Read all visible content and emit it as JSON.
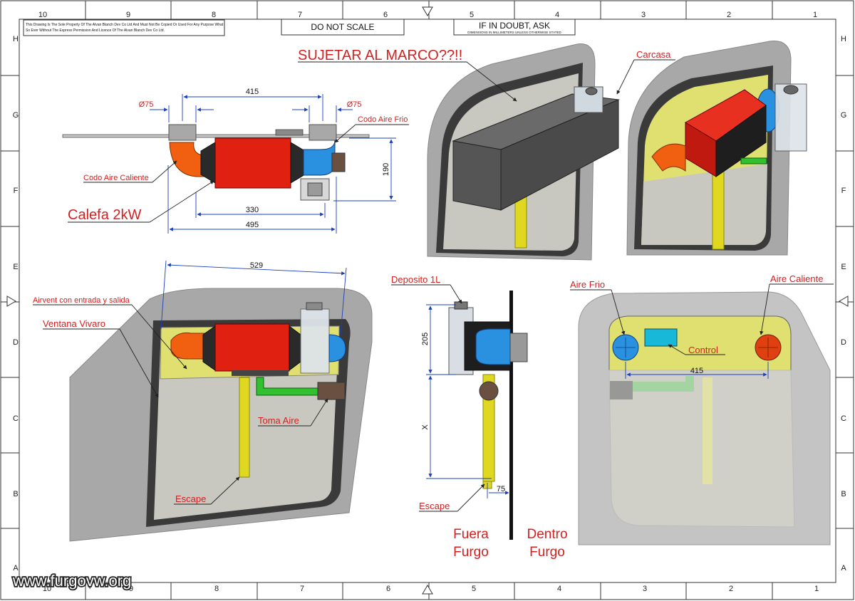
{
  "title_block": {
    "notice_line1": "This Drawing Is The Sole Property Of The Alvan Blanch Dev Co Ltd And Must Not Be Copied Or Used For Any Purpose What",
    "notice_line2": "So Ever Without The Express Permission And Licence Of The Alvan Blanch Dev Co Ltd.",
    "do_not_scale": "DO NOT SCALE",
    "if_in_doubt": "IF IN DOUBT, ASK",
    "dimensions_note": "DIMENSIONS IN MILLIMETERS UNLESS OTHERWISE STATED"
  },
  "border": {
    "columns": [
      "10",
      "9",
      "8",
      "7",
      "6",
      "5",
      "4",
      "3",
      "2",
      "1"
    ],
    "rows": [
      "H",
      "G",
      "F",
      "E",
      "D",
      "C",
      "B",
      "A"
    ]
  },
  "view_top": {
    "dim_415": "415",
    "dim_d75_left": "Ø75",
    "dim_d75_right": "Ø75",
    "dim_190": "190",
    "dim_330": "330",
    "dim_495": "495",
    "label_cold": "Codo Aire Frio",
    "label_hot": "Codo Aire Caliente",
    "label_heater": "Calefa 2kW"
  },
  "view_iso": {
    "label_sujetar": "SUJETAR AL MARCO??!!",
    "label_carcasa": "Carcasa"
  },
  "view_front": {
    "dim_529": "529",
    "label_airvent": "Airvent con entrada y salida",
    "label_window": "Ventana Vivaro",
    "label_intake": "Toma Aire",
    "label_exhaust": "Escape"
  },
  "view_side": {
    "label_tank": "Deposito 1L",
    "dim_205": "205",
    "dim_x": "X",
    "dim_75": "75",
    "label_exhaust": "Escape",
    "label_outside_1": "Fuera",
    "label_outside_2": "Furgo",
    "label_inside_1": "Dentro",
    "label_inside_2": "Furgo"
  },
  "view_inside": {
    "label_cold": "Aire Frio",
    "label_hot": "Aire Caliente",
    "label_control": "Control",
    "dim_415": "415"
  },
  "watermark": "www.furgovw.org",
  "colors": {
    "label_red": "#d42020",
    "heater_red": "#e02010",
    "pipe_orange": "#f06010",
    "pipe_blue": "#2a90e0",
    "exhaust_yellow": "#e0d820",
    "hose_green": "#30c030",
    "panel_yellow": "#e0e070",
    "window_grey": "#c8c8c8"
  }
}
